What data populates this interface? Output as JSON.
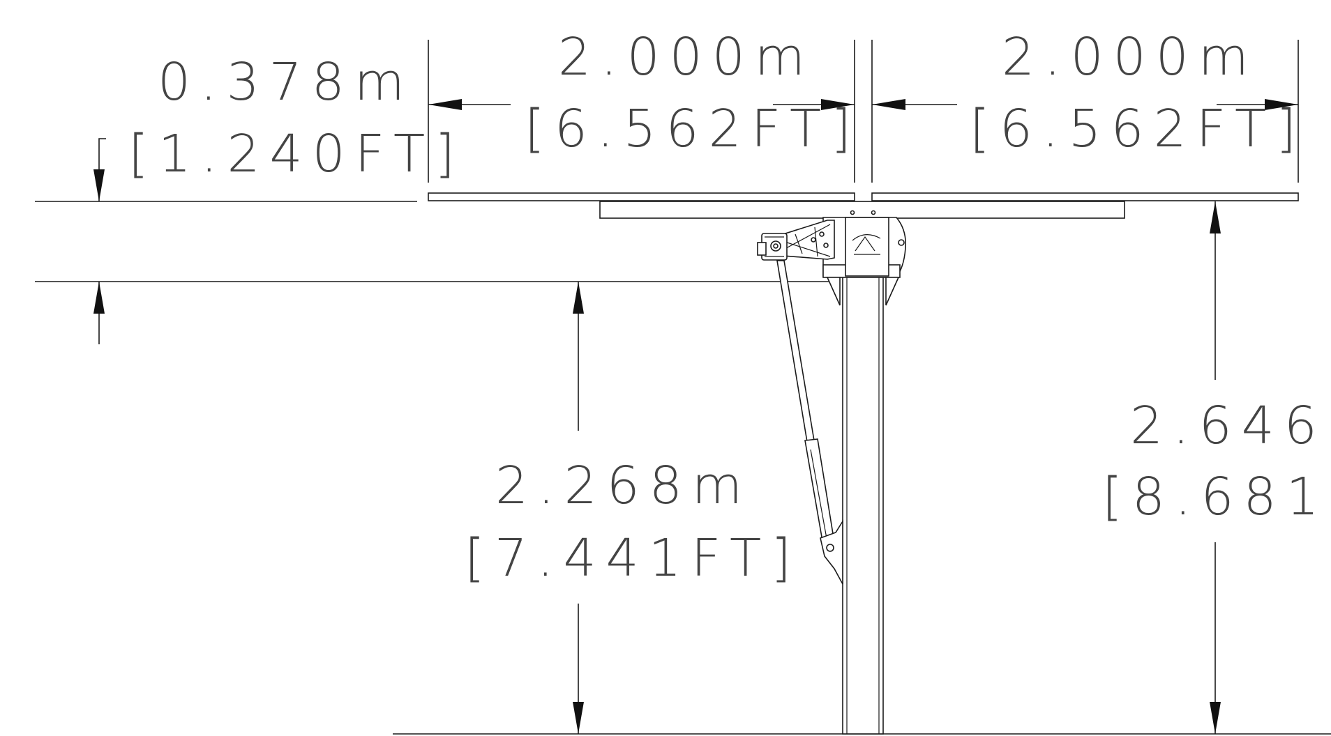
{
  "dimensions": {
    "top_offset": {
      "metric": "0.378m",
      "imperial": "[1.240FT]"
    },
    "left_panel_width": {
      "metric": "2.000m",
      "imperial": "[6.562FT]"
    },
    "right_panel_width": {
      "metric": "2.000m",
      "imperial": "[6.562FT]"
    },
    "pivot_height": {
      "metric": "2.268m",
      "imperial": "[7.441FT]"
    },
    "max_height": {
      "metric": "2.646m",
      "imperial": "[8.681FT]"
    }
  },
  "colors": {
    "line": "#1a1a1a",
    "text": "#444444",
    "background": "#ffffff"
  }
}
